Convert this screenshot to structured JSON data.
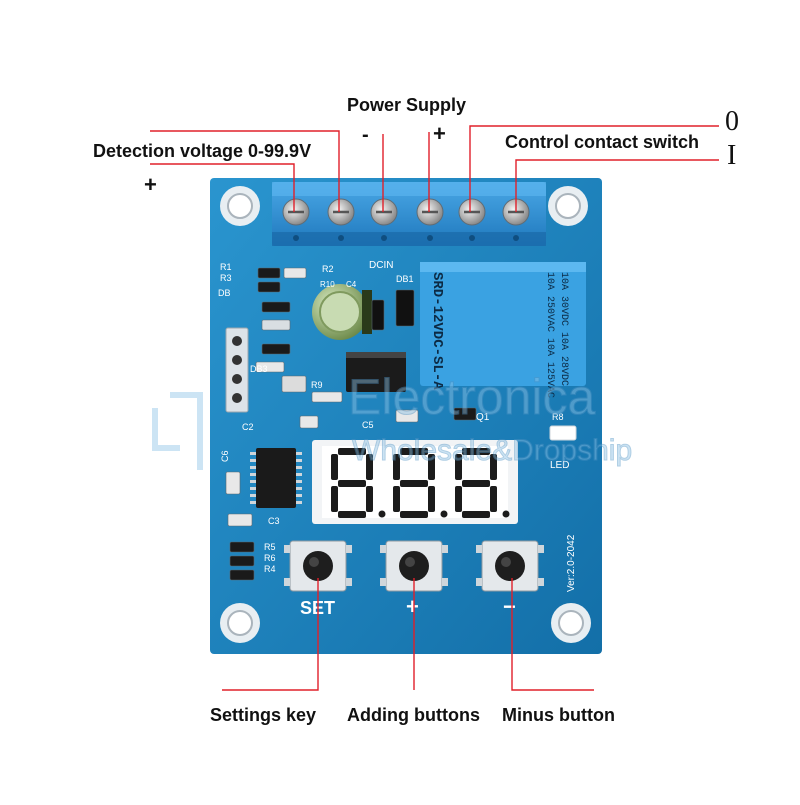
{
  "labels": {
    "power_supply": "Power Supply",
    "power_minus": "-",
    "power_plus": "+",
    "detection_voltage": "Detection voltage 0-99.9V",
    "detection_plus": "+",
    "control_contact": "Control contact switch",
    "switch_zero": "0",
    "switch_one": "I",
    "settings_key": "Settings key",
    "adding_buttons": "Adding buttons",
    "minus_button": "Minus button"
  },
  "board": {
    "relay_text": [
      "SRD-12VDC-SL-A",
      "10A 250VAC  10A 125VAC",
      "10A 30VDC  10A 28VDC"
    ],
    "display_digits": "8.8.8.",
    "silkscreen": {
      "set": "SET",
      "plus": "+",
      "minus": "−",
      "version": "Ver:2.0-2042",
      "dcin": "DCIN",
      "db1": "DB1",
      "q1": "Q1",
      "led": "LED",
      "r1": "R1",
      "r3": "R3",
      "db": "DB",
      "r2": "R2",
      "r10": "R10",
      "c4": "C4",
      "db3": "DB3",
      "r9": "R9",
      "c2": "C2",
      "c5": "C5",
      "r8": "R8",
      "c6": "C6",
      "c3": "C3",
      "r5": "R5",
      "r6": "R6",
      "r4": "R4"
    }
  },
  "watermark": {
    "line1": "Electronica",
    "line2": "Wholesale&Dropship"
  },
  "colors": {
    "pcb": "#1a7fb8",
    "terminal": "#2a8fd0",
    "relay": "#3aa0e0",
    "leader_line": "#e0202a"
  }
}
